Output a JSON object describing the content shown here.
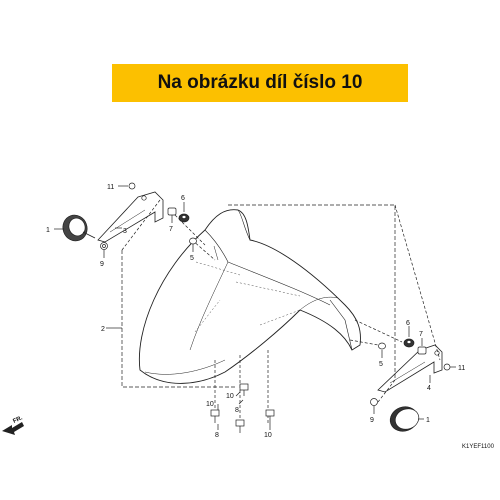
{
  "banner": {
    "text": "Na obrázku díl číslo 10"
  },
  "callouts": [
    {
      "id": "c11a",
      "text": "11"
    },
    {
      "id": "c1a",
      "text": "1"
    },
    {
      "id": "c3",
      "text": "3"
    },
    {
      "id": "c9a",
      "text": "9"
    },
    {
      "id": "c6a",
      "text": "6"
    },
    {
      "id": "c7a",
      "text": "7"
    },
    {
      "id": "c5a",
      "text": "5"
    },
    {
      "id": "c2",
      "text": "2"
    },
    {
      "id": "c6b",
      "text": "6"
    },
    {
      "id": "c7b",
      "text": "7"
    },
    {
      "id": "c5b",
      "text": "5"
    },
    {
      "id": "c4",
      "text": "4"
    },
    {
      "id": "c11b",
      "text": "11"
    },
    {
      "id": "c9b",
      "text": "9"
    },
    {
      "id": "c1b",
      "text": "1"
    },
    {
      "id": "c10a",
      "text": "10"
    },
    {
      "id": "c8a",
      "text": "8"
    },
    {
      "id": "c10b",
      "text": "10"
    },
    {
      "id": "c8b",
      "text": "8"
    },
    {
      "id": "c10c",
      "text": "10"
    }
  ],
  "direction_label": "FR.",
  "diagram_code": "K1YEF1100"
}
